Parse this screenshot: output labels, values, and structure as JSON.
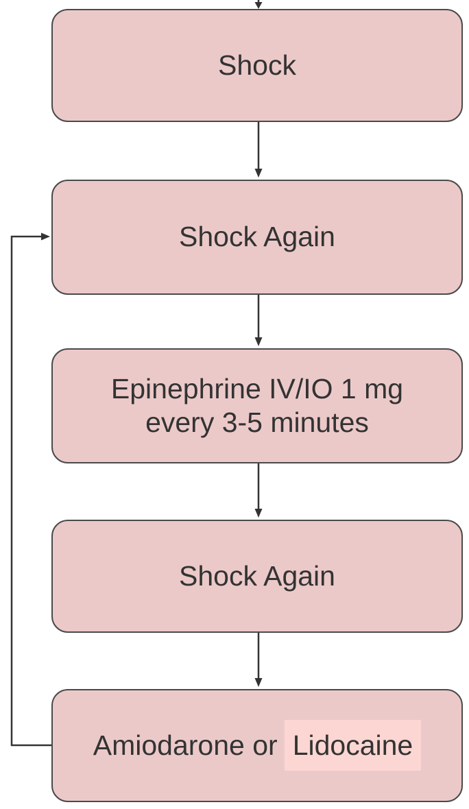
{
  "flowchart": {
    "description": "Shock treatment sequence flowchart",
    "nodes": [
      {
        "id": "shock-1",
        "label": "Shock"
      },
      {
        "id": "shock-again-1",
        "label": "Shock Again"
      },
      {
        "id": "epinephrine",
        "label": "Epinephrine IV/IO 1 mg every 3-5 minutes",
        "lines": [
          "Epinephrine IV/IO 1 mg",
          "every 3-5 minutes"
        ]
      },
      {
        "id": "shock-again-2",
        "label": "Shock Again"
      },
      {
        "id": "amiodarone-lidocaine",
        "label": "Amiodarone or Lidocaine",
        "parts": [
          {
            "text": "Amiodarone or",
            "highlight": false
          },
          {
            "text": "Lidocaine",
            "highlight": true
          }
        ]
      }
    ],
    "edges": [
      {
        "from": "offscreen-above",
        "to": "shock-1",
        "type": "straight-down"
      },
      {
        "from": "shock-1",
        "to": "shock-again-1",
        "type": "straight-down"
      },
      {
        "from": "shock-again-1",
        "to": "epinephrine",
        "type": "straight-down"
      },
      {
        "from": "epinephrine",
        "to": "shock-again-2",
        "type": "straight-down"
      },
      {
        "from": "shock-again-2",
        "to": "amiodarone-lidocaine",
        "type": "straight-down"
      },
      {
        "from": "amiodarone-lidocaine",
        "to": "shock-again-1",
        "type": "loop-back-left"
      }
    ],
    "colors": {
      "node_fill": "#ecc9c9",
      "node_border": "#4a4a4a",
      "arrow_color": "#333333",
      "text_color": "#333333",
      "highlight_fill": "#fbd6d3",
      "canvas_bg": "#ffffff"
    }
  }
}
